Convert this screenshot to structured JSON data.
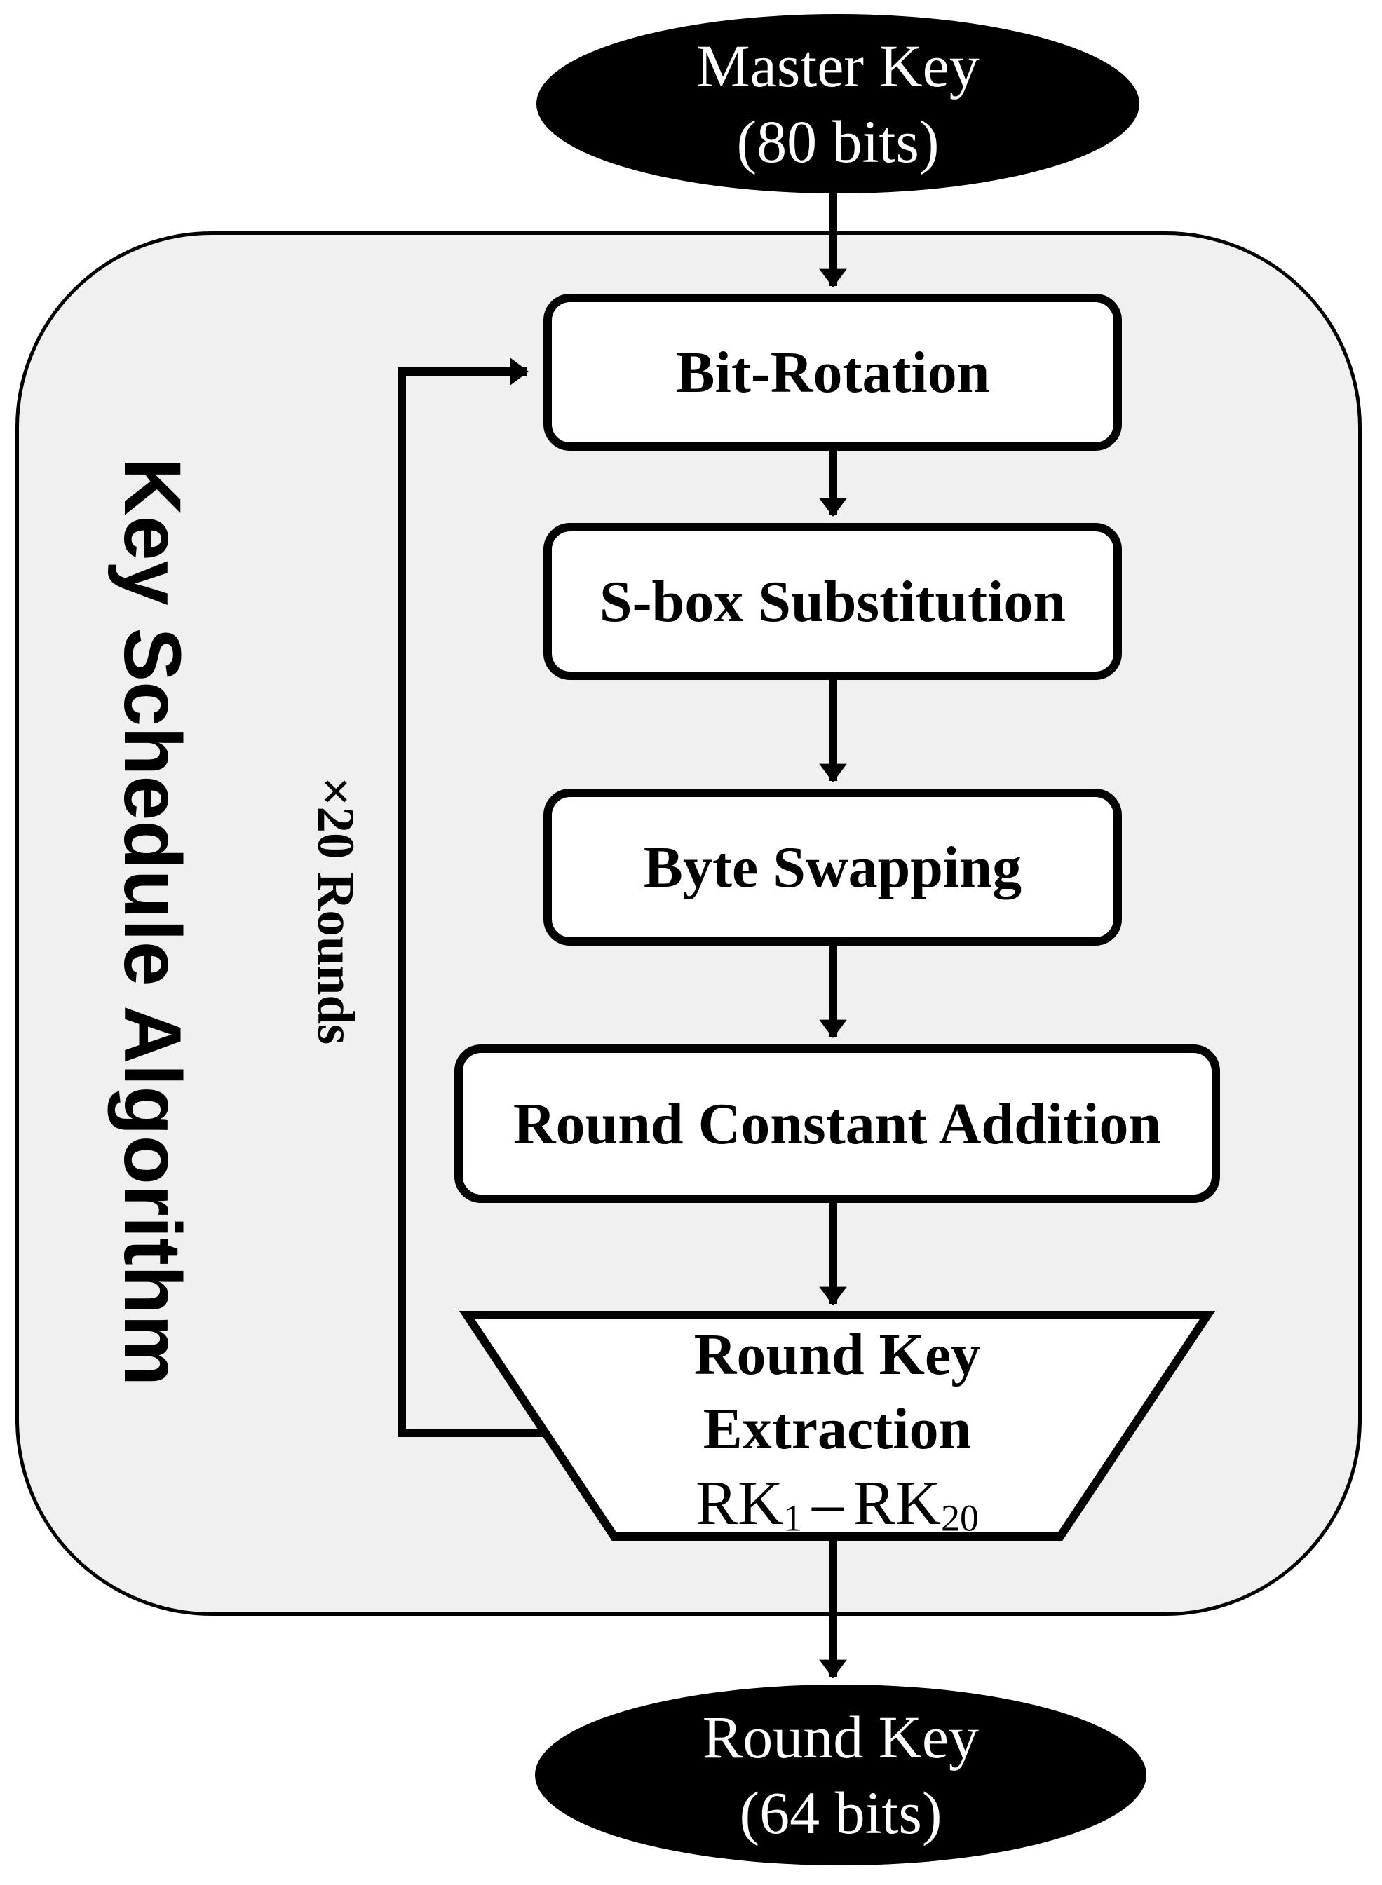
{
  "diagram": {
    "title_vertical": "Key Schedule Algorithm",
    "loop_label": "×20 Rounds",
    "start_node": {
      "line1": "Master Key",
      "line2": "(80 bits)"
    },
    "steps": [
      "Bit-Rotation",
      "S-box Substitution",
      "Byte Swapping",
      "Round Constant Addition"
    ],
    "extraction": {
      "line1": "Round Key",
      "line2": "Extraction",
      "rk1_base": "RK",
      "rk1_sub": "1",
      "dash": "–",
      "rk2_base": "RK",
      "rk2_sub": "20"
    },
    "end_node": {
      "line1": "Round Key",
      "line2": "(64 bits)"
    },
    "colors": {
      "terminal_fill": "#000000",
      "terminal_text": "#ffffff",
      "container_fill": "#f0f0f0",
      "box_fill": "#ffffff",
      "stroke": "#000000"
    }
  }
}
